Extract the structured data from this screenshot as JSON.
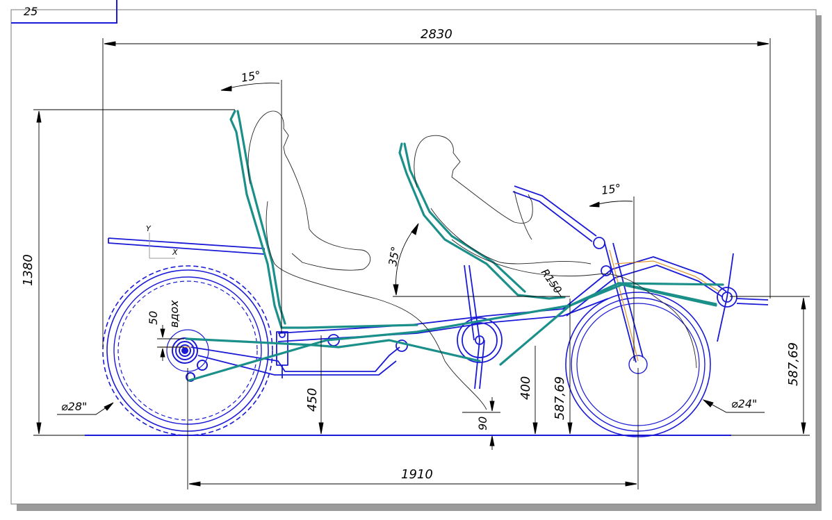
{
  "title_block": {
    "corner_text": "25"
  },
  "colors": {
    "frame": "#1a1ad6",
    "teal": "#1b8f8a",
    "sketch": "#222222",
    "dimension": "#000000",
    "orange": "#e0922a",
    "paper": "#ffffff",
    "shadow": "#9a9a9a"
  },
  "dimensions": {
    "overall_length": "2830",
    "wheelbase": "1910",
    "overall_height": "1380",
    "seat_angle_rear": "15°",
    "seat_angle_front": "15°",
    "recline_angle": "35°",
    "radius": "R150",
    "axle_offset": "50",
    "axle_offset_label": "вдох",
    "height_450": "450",
    "height_400": "400",
    "height_587_mid": "587,69",
    "height_587_right": "587,69",
    "clearance_90": "90",
    "rear_wheel": "⌀28\"",
    "front_wheel": "⌀24\""
  },
  "axis_icon": {
    "y": "Y",
    "x": "X"
  }
}
